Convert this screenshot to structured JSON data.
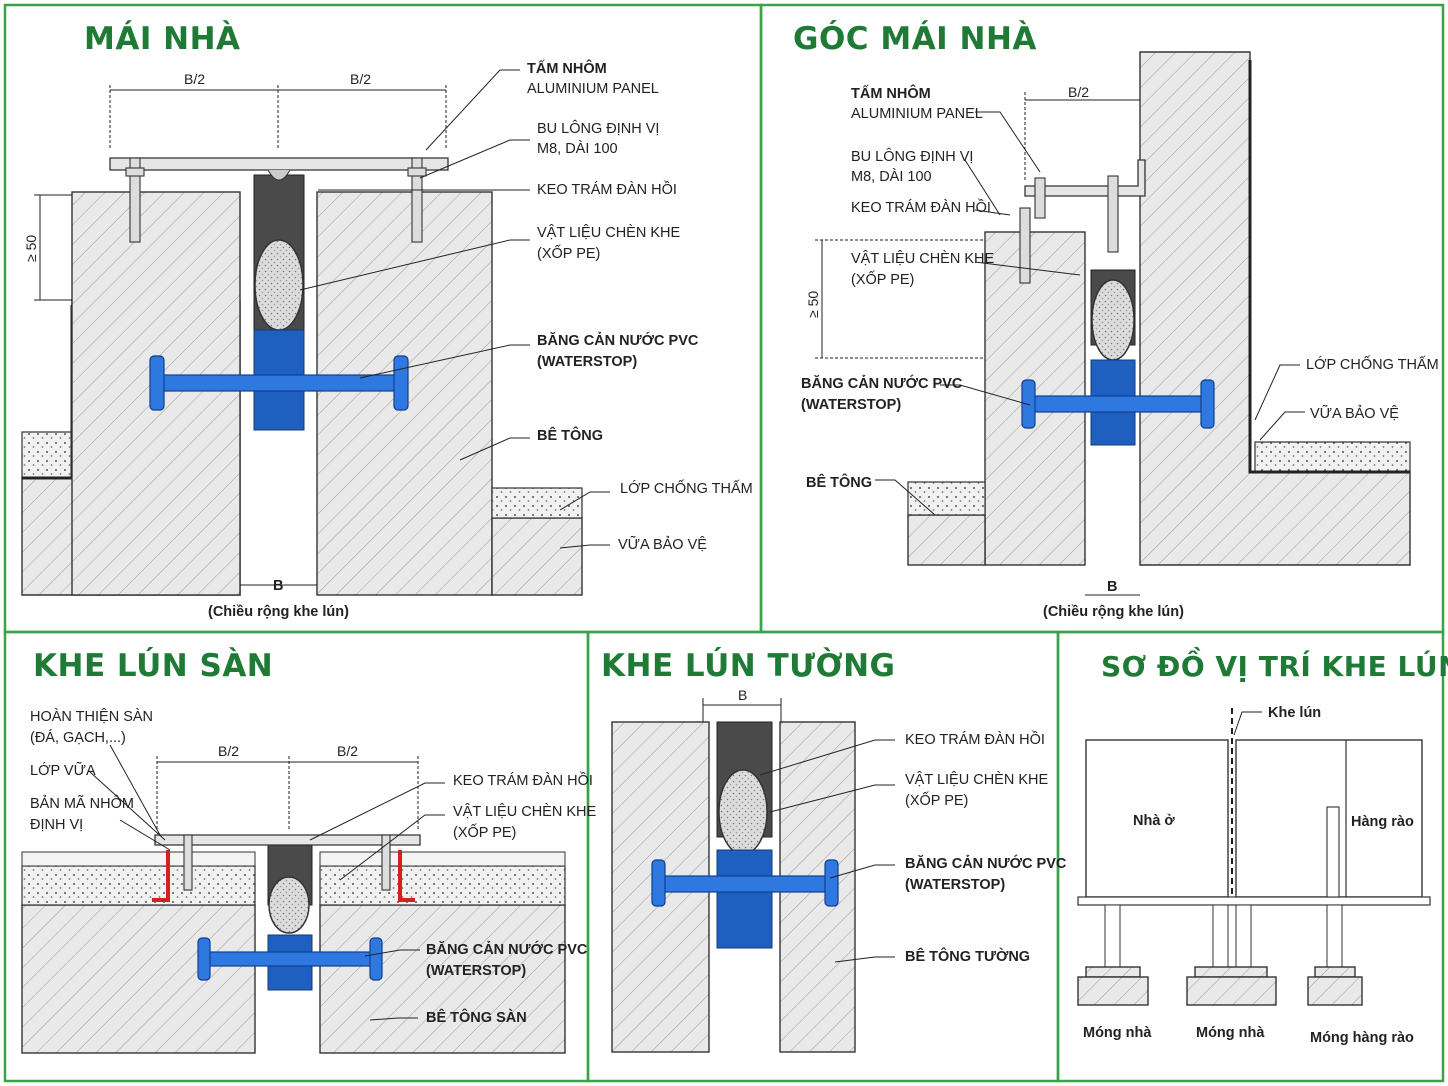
{
  "panels": {
    "mai_nha": {
      "title": "MÁI NHÀ",
      "dim_b2_left": "B/2",
      "dim_b2_right": "B/2",
      "dim_height": "≥ 50",
      "dim_b": "B",
      "dim_b_caption": "(Chiều rộng khe lún)",
      "label_panel_vi": "TẤM NHÔM",
      "label_panel_en": "ALUMINIUM PANEL",
      "label_bolt_1": "BU LÔNG ĐỊNH VỊ",
      "label_bolt_2": "M8, DÀI 100",
      "label_sealant": "KEO TRÁM ĐÀN HỒI",
      "label_filler_1": "VẬT LIỆU CHÈN KHE",
      "label_filler_2": "(XỐP PE)",
      "label_waterstop_1": "BĂNG CẢN NƯỚC PVC",
      "label_waterstop_2": "(WATERSTOP)",
      "label_concrete": "BÊ TÔNG",
      "label_waterproof": "LỚP CHỐNG THẤM",
      "label_mortar": "VỮA BẢO VỆ"
    },
    "goc_mai_nha": {
      "title": "GÓC MÁI NHÀ",
      "dim_b2": "B/2",
      "dim_height": "≥ 50",
      "dim_b": "B",
      "dim_b_caption": "(Chiều rộng khe lún)",
      "label_panel_vi": "TẤM NHÔM",
      "label_panel_en": "ALUMINIUM PANEL",
      "label_bolt_1": "BU LÔNG ĐỊNH VỊ",
      "label_bolt_2": "M8, DÀI 100",
      "label_sealant": "KEO TRÁM ĐÀN HỒI",
      "label_filler_1": "VẬT LIỆU CHÈN KHE",
      "label_filler_2": "(XỐP PE)",
      "label_waterstop_1": "BĂNG CẢN NƯỚC PVC",
      "label_waterstop_2": "(WATERSTOP)",
      "label_concrete": "BÊ TÔNG",
      "label_waterproof": "LỚP CHỐNG THẤM",
      "label_mortar": "VỮA BẢO VỆ"
    },
    "khe_lun_san": {
      "title": "KHE LÚN SÀN",
      "dim_b2_left": "B/2",
      "dim_b2_right": "B/2",
      "label_finish_1": "HOÀN THIỆN SÀN",
      "label_finish_2": "(ĐÁ, GẠCH,...)",
      "label_mortar_layer": "LỚP VỮA",
      "label_plate_1": "BẢN MÃ NHÔM",
      "label_plate_2": "ĐỊNH VỊ",
      "label_sealant": "KEO TRÁM ĐÀN HỒI",
      "label_filler_1": "VẬT LIỆU CHÈN KHE",
      "label_filler_2": "(XỐP PE)",
      "label_waterstop_1": "BĂNG CẢN NƯỚC PVC",
      "label_waterstop_2": "(WATERSTOP)",
      "label_concrete": "BÊ TÔNG SÀN"
    },
    "khe_lun_tuong": {
      "title": "KHE LÚN TƯỜNG",
      "dim_b": "B",
      "label_sealant": "KEO TRÁM ĐÀN HỒI",
      "label_filler_1": "VẬT LIỆU CHÈN KHE",
      "label_filler_2": "(XỐP PE)",
      "label_waterstop_1": "BĂNG CẢN NƯỚC PVC",
      "label_waterstop_2": "(WATERSTOP)",
      "label_concrete": "BÊ TÔNG TƯỜNG"
    },
    "so_do": {
      "title": "SƠ ĐỒ VỊ TRÍ KHE LÚN",
      "label_joint": "Khe lún",
      "label_house": "Nhà ở",
      "label_fence": "Hàng rào",
      "label_found_1": "Móng nhà",
      "label_found_2": "Móng nhà",
      "label_found_3": "Móng hàng rào"
    }
  },
  "colors": {
    "title": "#1e7a35",
    "border": "#3aa34a",
    "waterstop": "#2f78e0",
    "plate": "#d42020"
  }
}
